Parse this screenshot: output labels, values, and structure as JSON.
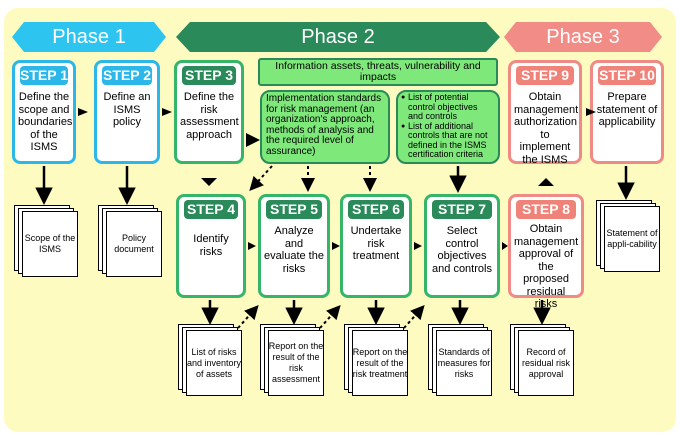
{
  "phases": {
    "phase1": "Phase 1",
    "phase2": "Phase 2",
    "phase3": "Phase 3"
  },
  "steps": {
    "s1": {
      "badge": "STEP 1",
      "text": "Define the scope and boundaries of the ISMS"
    },
    "s2": {
      "badge": "STEP 2",
      "text": "Define an ISMS policy"
    },
    "s3": {
      "badge": "STEP 3",
      "text": "Define the risk assessment approach"
    },
    "s4": {
      "badge": "STEP 4",
      "text": "Identify risks"
    },
    "s5": {
      "badge": "STEP 5",
      "text": "Analyze and evaluate the risks"
    },
    "s6": {
      "badge": "STEP 6",
      "text": "Undertake risk treatment"
    },
    "s7": {
      "badge": "STEP 7",
      "text": "Select control objectives and controls"
    },
    "s8": {
      "badge": "STEP 8",
      "text": "Obtain management approval of the proposed residual risks"
    },
    "s9": {
      "badge": "STEP 9",
      "text": "Obtain management authorization to implement the ISMS"
    },
    "s10": {
      "badge": "STEP 10",
      "text": "Prepare statement of applicability"
    }
  },
  "info": {
    "top": "Information assets, threats, vulnerability and impacts",
    "mid": "Implementation standards for risk management (an organization's approach, methods of analysis and the required level of assurance)",
    "right_items": [
      "List of potential control objectives and controls",
      "List of additional controls that are not defined in the ISMS certification criteria"
    ]
  },
  "docs": {
    "d1": "Scope of the ISMS",
    "d2": "Policy document",
    "d4": "List of risks and inventory of assets",
    "d5": "Report on the result of the risk assessment",
    "d6": "Report on the result of the risk treatment",
    "d7": "Standards of measures for risks",
    "d8": "Record of residual risk approval",
    "d10": "Statement of appli-cability"
  },
  "colors": {
    "phase1": "#2ec4f0",
    "phase2": "#2a8a5a",
    "phase3": "#f28c86",
    "info": "#7ee87a",
    "background": "#fdfbc0"
  }
}
